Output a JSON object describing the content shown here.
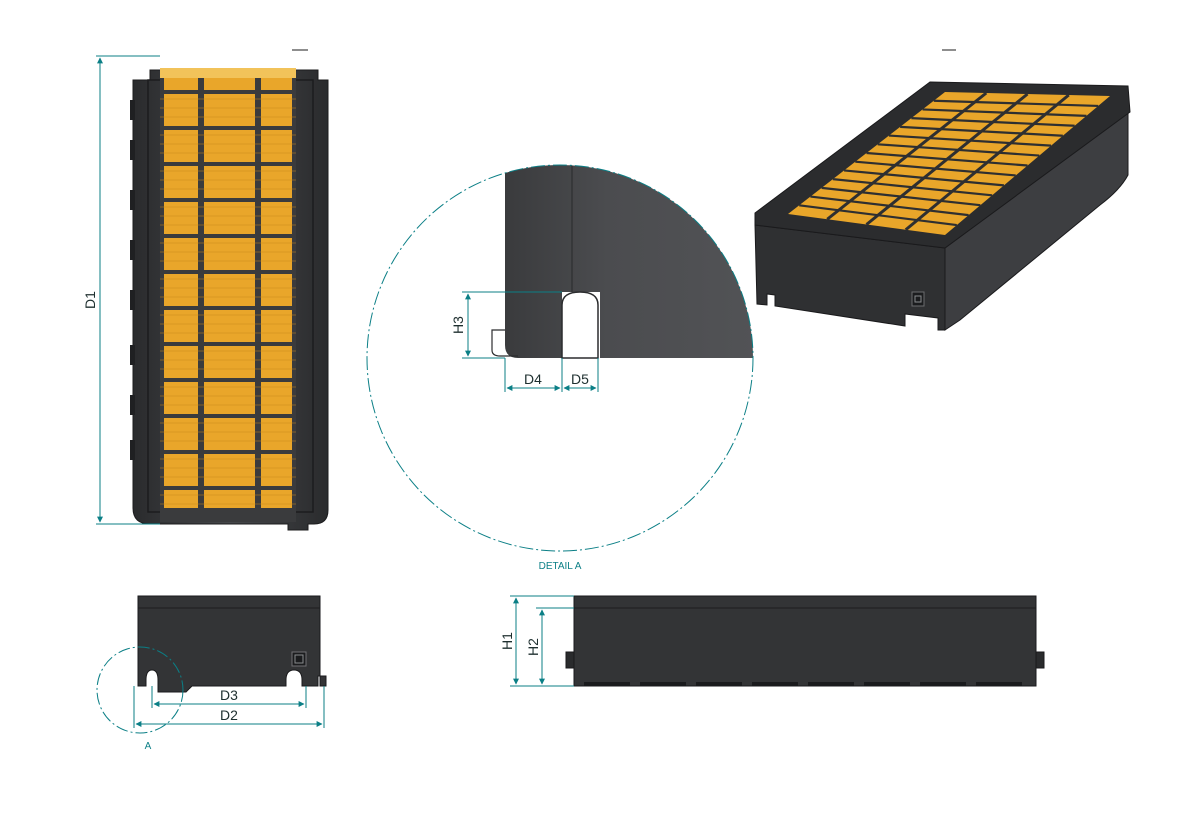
{
  "dimension_labels": {
    "d1": "D1",
    "d2": "D2",
    "d3": "D3",
    "d4": "D4",
    "d5": "D5",
    "h1": "H1",
    "h2": "H2",
    "h3": "H3"
  },
  "detail": {
    "caption": "DETAIL A",
    "marker": "A"
  },
  "colors": {
    "body": "#3a3b3d",
    "body_dark": "#2a2b2d",
    "filter": "#e9a62a",
    "dimension_line": "#0b7f86",
    "background": "#ffffff"
  }
}
